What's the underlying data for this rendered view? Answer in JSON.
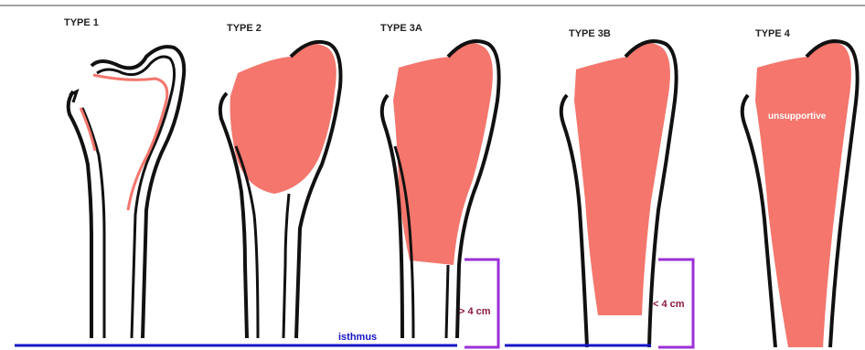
{
  "types": [
    {
      "id": "type1",
      "label": "TYPE 1"
    },
    {
      "id": "type2",
      "label": "TYPE 2"
    },
    {
      "id": "type3a",
      "label": "TYPE 3A"
    },
    {
      "id": "type3b",
      "label": "TYPE 3B"
    },
    {
      "id": "type4",
      "label": "TYPE 4"
    }
  ],
  "annotations": {
    "unsupportive": "unsupportive",
    "isthmus": "isthmus",
    "gt4cm": "> 4 cm",
    "lt4cm": "< 4 cm"
  },
  "colors": {
    "lesion": "#f4766d",
    "outline": "#111111",
    "isthmus_line": "#1515c8",
    "bracket": "#9b30d8",
    "measure_text": "#8b1a3a",
    "isthmus_text": "#1515c8",
    "unsupportive_text": "#ffffff"
  }
}
